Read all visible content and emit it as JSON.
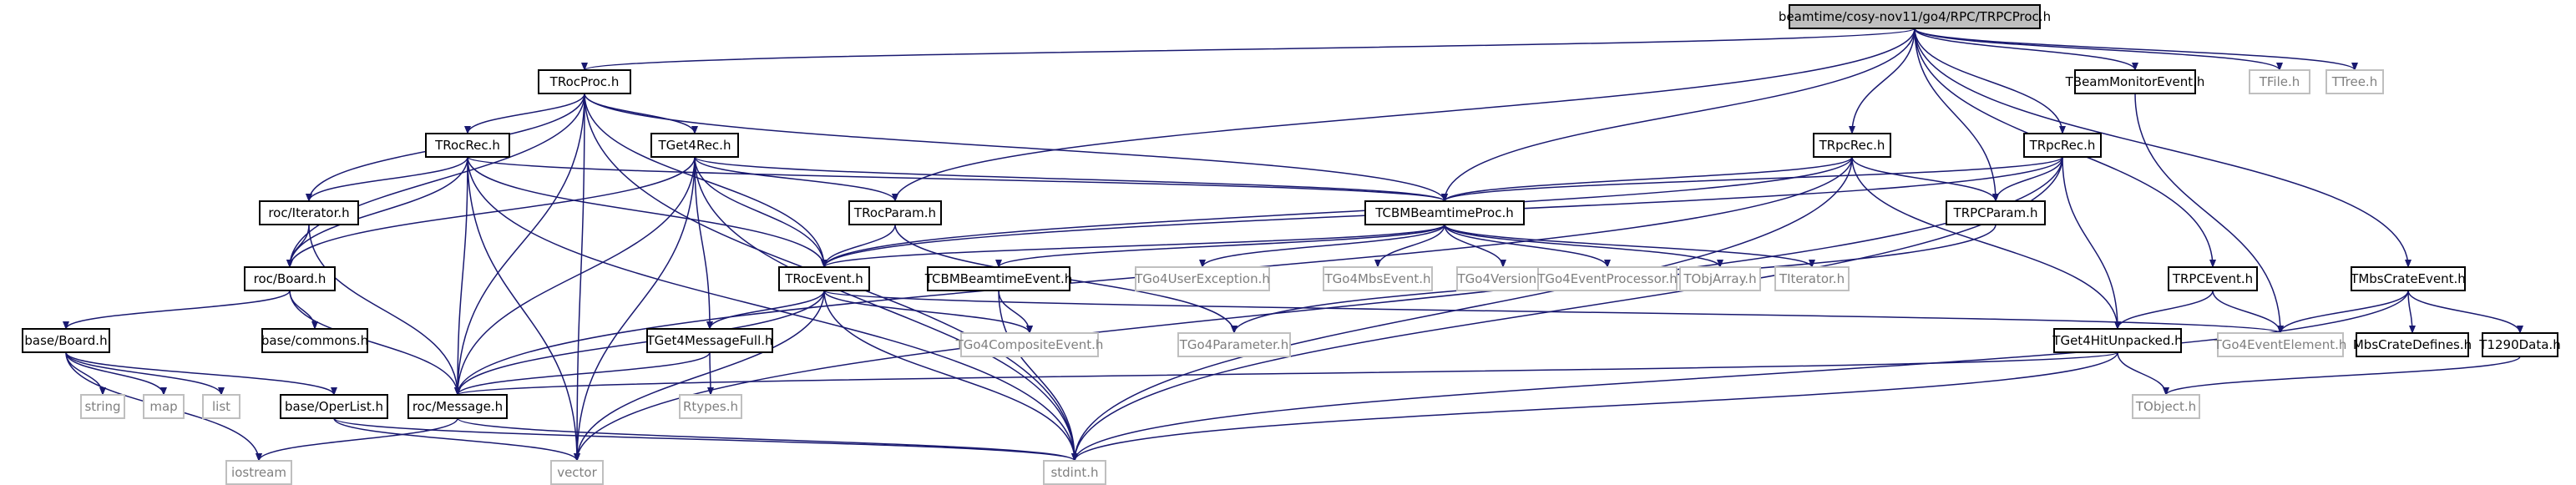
{
  "graph": {
    "colors": {
      "edge": "#191970",
      "project_border": "#000000",
      "external_border": "#bfbfbf",
      "external_text": "#7f7f7f",
      "root_fill": "#bfbfbf"
    },
    "nodes": [
      {
        "id": "root",
        "label": "beamtime/cosy-nov11/go4/RPC/TRPCProc.h",
        "kind": "root"
      },
      {
        "id": "TRocProc",
        "label": "TRocProc.h",
        "kind": "project"
      },
      {
        "id": "TBeamMonitorEvent",
        "label": "TBeamMonitorEvent.h",
        "kind": "project"
      },
      {
        "id": "TFile",
        "label": "TFile.h",
        "kind": "external"
      },
      {
        "id": "TTree",
        "label": "TTree.h",
        "kind": "external"
      },
      {
        "id": "TRocRec",
        "label": "TRocRec.h",
        "kind": "project"
      },
      {
        "id": "TGet4Rec",
        "label": "TGet4Rec.h",
        "kind": "project"
      },
      {
        "id": "TRpcRec1",
        "label": "TRpcRec.h",
        "kind": "project"
      },
      {
        "id": "TRpcRec2",
        "label": "TRpcRec.h",
        "kind": "project"
      },
      {
        "id": "rocIterator",
        "label": "roc/Iterator.h",
        "kind": "project"
      },
      {
        "id": "TRocParam",
        "label": "TRocParam.h",
        "kind": "project"
      },
      {
        "id": "TCBMBeamtimeProc",
        "label": "TCBMBeamtimeProc.h",
        "kind": "project"
      },
      {
        "id": "TRPCParam",
        "label": "TRPCParam.h",
        "kind": "project"
      },
      {
        "id": "rocBoard",
        "label": "roc/Board.h",
        "kind": "project"
      },
      {
        "id": "TRocEvent",
        "label": "TRocEvent.h",
        "kind": "project"
      },
      {
        "id": "TCBMBeamtimeEvent",
        "label": "TCBMBeamtimeEvent.h",
        "kind": "project"
      },
      {
        "id": "TGo4UserException",
        "label": "TGo4UserException.h",
        "kind": "external"
      },
      {
        "id": "TGo4MbsEvent",
        "label": "TGo4MbsEvent.h",
        "kind": "external"
      },
      {
        "id": "TGo4Version",
        "label": "TGo4Version.h",
        "kind": "external"
      },
      {
        "id": "TGo4EventProcessor",
        "label": "TGo4EventProcessor.h",
        "kind": "external"
      },
      {
        "id": "TObjArray",
        "label": "TObjArray.h",
        "kind": "external"
      },
      {
        "id": "TIterator",
        "label": "TIterator.h",
        "kind": "external"
      },
      {
        "id": "TRPCEvent",
        "label": "TRPCEvent.h",
        "kind": "project"
      },
      {
        "id": "TMbsCrateEvent",
        "label": "TMbsCrateEvent.h",
        "kind": "project"
      },
      {
        "id": "baseBoard",
        "label": "base/Board.h",
        "kind": "project"
      },
      {
        "id": "baseCommons",
        "label": "base/commons.h",
        "kind": "project"
      },
      {
        "id": "TGet4MessageFull",
        "label": "TGet4MessageFull.h",
        "kind": "project"
      },
      {
        "id": "TGo4CompositeEvent",
        "label": "TGo4CompositeEvent.h",
        "kind": "external"
      },
      {
        "id": "TGo4Parameter",
        "label": "TGo4Parameter.h",
        "kind": "external"
      },
      {
        "id": "TGet4HitUnpacked",
        "label": "TGet4HitUnpacked.h",
        "kind": "project"
      },
      {
        "id": "TGo4EventElement",
        "label": "TGo4EventElement.h",
        "kind": "external"
      },
      {
        "id": "MbsCrateDefines",
        "label": "MbsCrateDefines.h",
        "kind": "project"
      },
      {
        "id": "T1290Data",
        "label": "T1290Data.h",
        "kind": "project"
      },
      {
        "id": "string",
        "label": "string",
        "kind": "external"
      },
      {
        "id": "map",
        "label": "map",
        "kind": "external"
      },
      {
        "id": "list",
        "label": "list",
        "kind": "external"
      },
      {
        "id": "baseOperList",
        "label": "base/OperList.h",
        "kind": "project"
      },
      {
        "id": "rocMessage",
        "label": "roc/Message.h",
        "kind": "project"
      },
      {
        "id": "Rtypes",
        "label": "Rtypes.h",
        "kind": "external"
      },
      {
        "id": "TObject",
        "label": "TObject.h",
        "kind": "external"
      },
      {
        "id": "iostream",
        "label": "iostream",
        "kind": "external"
      },
      {
        "id": "vector",
        "label": "vector",
        "kind": "external"
      },
      {
        "id": "stdint",
        "label": "stdint.h",
        "kind": "external"
      }
    ],
    "edges": [
      [
        "root",
        "TRocProc"
      ],
      [
        "root",
        "TBeamMonitorEvent"
      ],
      [
        "root",
        "TFile"
      ],
      [
        "root",
        "TTree"
      ],
      [
        "root",
        "TRpcRec1"
      ],
      [
        "root",
        "TRpcRec2"
      ],
      [
        "root",
        "TRocParam"
      ],
      [
        "root",
        "TCBMBeamtimeProc"
      ],
      [
        "root",
        "TRPCParam"
      ],
      [
        "root",
        "TRPCEvent"
      ],
      [
        "root",
        "TMbsCrateEvent"
      ],
      [
        "TRocProc",
        "TRocRec"
      ],
      [
        "TRocProc",
        "TGet4Rec"
      ],
      [
        "TRocProc",
        "rocIterator"
      ],
      [
        "TRocProc",
        "rocBoard"
      ],
      [
        "TRocProc",
        "TRocEvent"
      ],
      [
        "TRocProc",
        "TCBMBeamtimeProc"
      ],
      [
        "TRocProc",
        "rocMessage"
      ],
      [
        "TRocProc",
        "vector"
      ],
      [
        "TRocProc",
        "stdint"
      ],
      [
        "TRocRec",
        "rocIterator"
      ],
      [
        "TRocRec",
        "rocBoard"
      ],
      [
        "TRocRec",
        "TRocEvent"
      ],
      [
        "TRocRec",
        "TCBMBeamtimeProc"
      ],
      [
        "TRocRec",
        "rocMessage"
      ],
      [
        "TRocRec",
        "vector"
      ],
      [
        "TRocRec",
        "stdint"
      ],
      [
        "TGet4Rec",
        "TRocParam"
      ],
      [
        "TGet4Rec",
        "TCBMBeamtimeProc"
      ],
      [
        "TGet4Rec",
        "rocBoard"
      ],
      [
        "TGet4Rec",
        "TRocEvent"
      ],
      [
        "TGet4Rec",
        "TGet4MessageFull"
      ],
      [
        "TGet4Rec",
        "rocMessage"
      ],
      [
        "TGet4Rec",
        "vector"
      ],
      [
        "TGet4Rec",
        "stdint"
      ],
      [
        "TRpcRec1",
        "TCBMBeamtimeProc"
      ],
      [
        "TRpcRec1",
        "TRPCParam"
      ],
      [
        "TRpcRec1",
        "TRocEvent"
      ],
      [
        "TRpcRec1",
        "TGet4HitUnpacked"
      ],
      [
        "TRpcRec1",
        "rocMessage"
      ],
      [
        "TRpcRec1",
        "stdint"
      ],
      [
        "TRpcRec2",
        "TCBMBeamtimeProc"
      ],
      [
        "TRpcRec2",
        "TRPCParam"
      ],
      [
        "TRpcRec2",
        "TRocEvent"
      ],
      [
        "TRpcRec2",
        "TGet4HitUnpacked"
      ],
      [
        "TRpcRec2",
        "vector"
      ],
      [
        "TRpcRec2",
        "stdint"
      ],
      [
        "rocIterator",
        "rocBoard"
      ],
      [
        "rocIterator",
        "rocMessage"
      ],
      [
        "TRocParam",
        "TRocEvent"
      ],
      [
        "TRocParam",
        "TGo4Parameter"
      ],
      [
        "TCBMBeamtimeProc",
        "TRocEvent"
      ],
      [
        "TCBMBeamtimeProc",
        "TCBMBeamtimeEvent"
      ],
      [
        "TCBMBeamtimeProc",
        "TGo4UserException"
      ],
      [
        "TCBMBeamtimeProc",
        "TGo4MbsEvent"
      ],
      [
        "TCBMBeamtimeProc",
        "TGo4Version"
      ],
      [
        "TCBMBeamtimeProc",
        "TGo4EventProcessor"
      ],
      [
        "TCBMBeamtimeProc",
        "TObjArray"
      ],
      [
        "TCBMBeamtimeProc",
        "TIterator"
      ],
      [
        "TRPCParam",
        "TGo4Parameter"
      ],
      [
        "rocBoard",
        "baseBoard"
      ],
      [
        "rocBoard",
        "baseCommons"
      ],
      [
        "rocBoard",
        "rocMessage"
      ],
      [
        "TRocEvent",
        "TGet4MessageFull"
      ],
      [
        "TRocEvent",
        "TGo4CompositeEvent"
      ],
      [
        "TRocEvent",
        "TGo4EventElement"
      ],
      [
        "TRocEvent",
        "rocMessage"
      ],
      [
        "TRocEvent",
        "vector"
      ],
      [
        "TRocEvent",
        "stdint"
      ],
      [
        "TCBMBeamtimeEvent",
        "TGo4CompositeEvent"
      ],
      [
        "TCBMBeamtimeEvent",
        "stdint"
      ],
      [
        "TRPCEvent",
        "TGet4HitUnpacked"
      ],
      [
        "TRPCEvent",
        "TGo4EventElement"
      ],
      [
        "TBeamMonitorEvent",
        "TGo4EventElement"
      ],
      [
        "TMbsCrateEvent",
        "TGo4EventElement"
      ],
      [
        "TMbsCrateEvent",
        "MbsCrateDefines"
      ],
      [
        "TMbsCrateEvent",
        "T1290Data"
      ],
      [
        "TMbsCrateEvent",
        "stdint"
      ],
      [
        "baseBoard",
        "string"
      ],
      [
        "baseBoard",
        "map"
      ],
      [
        "baseBoard",
        "list"
      ],
      [
        "baseBoard",
        "baseOperList"
      ],
      [
        "baseBoard",
        "iostream"
      ],
      [
        "baseOperList",
        "vector"
      ],
      [
        "baseOperList",
        "stdint"
      ],
      [
        "TGet4MessageFull",
        "rocMessage"
      ],
      [
        "TGet4MessageFull",
        "Rtypes"
      ],
      [
        "TGet4HitUnpacked",
        "rocMessage"
      ],
      [
        "TGet4HitUnpacked",
        "TObject"
      ],
      [
        "TGet4HitUnpacked",
        "stdint"
      ],
      [
        "T1290Data",
        "TObject"
      ],
      [
        "rocMessage",
        "iostream"
      ],
      [
        "rocMessage",
        "stdint"
      ]
    ]
  }
}
